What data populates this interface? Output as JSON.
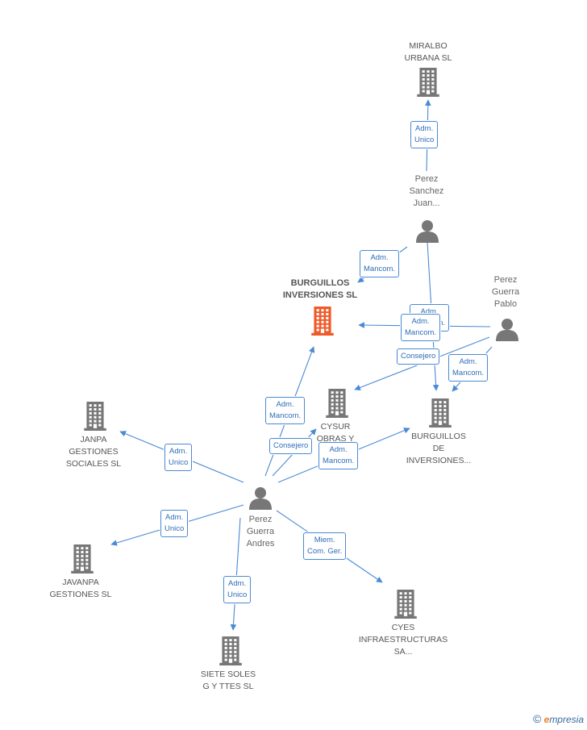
{
  "colors": {
    "edge": "#4a8ad4",
    "building": "#777777",
    "main_building": "#f05a28",
    "person": "#777777"
  },
  "nodes": [
    {
      "id": "miralbo",
      "label": "MIRALBO\nURBANA SL",
      "type": "building"
    },
    {
      "id": "perez_sanchez",
      "label": "Perez\nSanchez\nJuan...",
      "type": "person"
    },
    {
      "id": "burguillos_inv",
      "label": "BURGUILLOS\nINVERSIONES SL",
      "type": "main"
    },
    {
      "id": "perez_pablo",
      "label": "Perez\nGuerra\nPablo",
      "type": "person"
    },
    {
      "id": "cysur",
      "label": "CYSUR\nOBRAS Y",
      "type": "building"
    },
    {
      "id": "burguillos_de",
      "label": "BURGUILLOS\nDE\nINVERSIONES...",
      "type": "building"
    },
    {
      "id": "janpa",
      "label": "JANPA\nGESTIONES\nSOCIALES SL",
      "type": "building"
    },
    {
      "id": "perez_andres",
      "label": "Perez\nGuerra\nAndres",
      "type": "person"
    },
    {
      "id": "javanpa",
      "label": "JAVANPA\nGESTIONES  SL",
      "type": "building"
    },
    {
      "id": "cyes",
      "label": "CYES\nINFRAESTRUCTURAS\nSA...",
      "type": "building"
    },
    {
      "id": "siete",
      "label": "SIETE SOLES\nG Y TTES SL",
      "type": "building"
    }
  ],
  "edges": [
    {
      "label": "Adm.\nUnico"
    },
    {
      "label": "Adm.\nMancom."
    },
    {
      "label": "Adm.\nMancom."
    },
    {
      "label": "Adm.\nMancom."
    },
    {
      "label": "Consejero"
    },
    {
      "label": "Adm.\nMancom."
    },
    {
      "label": "Adm.\nMancom."
    },
    {
      "label": "Consejero"
    },
    {
      "label": "Adm.\nMancom."
    },
    {
      "label": "Adm.\nUnico"
    },
    {
      "label": "Adm.\nUnico"
    },
    {
      "label": "Adm.\nUnico"
    },
    {
      "label": "Miem.\nCom. Ger."
    }
  ],
  "footer": {
    "copyright": "©",
    "brand_first": "e",
    "brand_rest": "mpresia"
  }
}
